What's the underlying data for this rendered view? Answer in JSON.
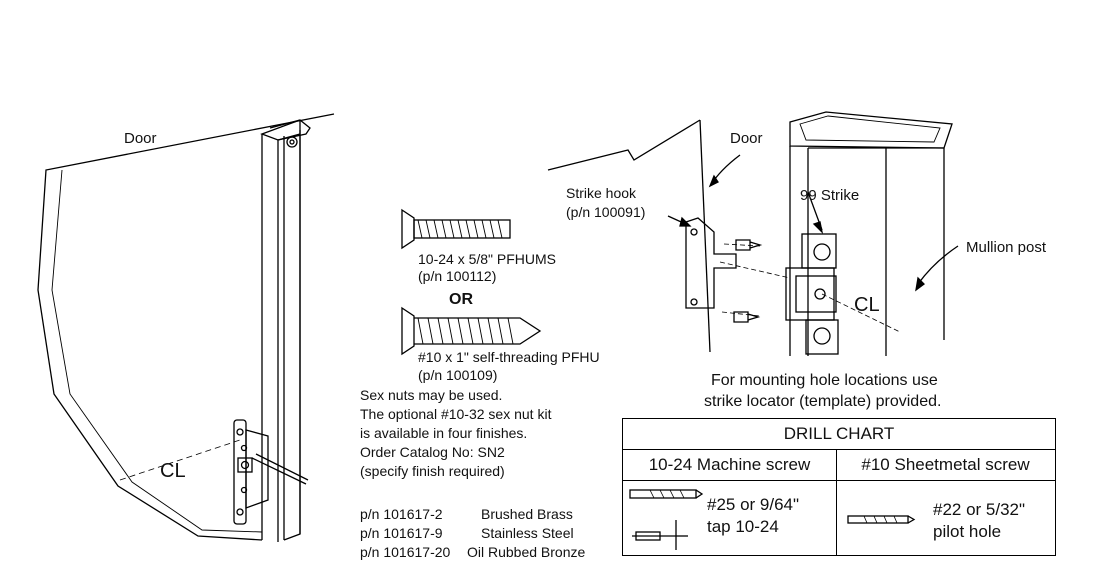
{
  "left_figure": {
    "door_label": "Door",
    "centerline_label": "CL"
  },
  "screws": {
    "screw1_line1": "10-24 x 5/8\" PFHUMS",
    "screw1_line2": "(p/n 100112)",
    "or_label": "OR",
    "screw2_line1": "#10 x 1\" self-threading PFHU",
    "screw2_line2": "(p/n 100109)"
  },
  "notes": {
    "lines": [
      "Sex nuts may be used.",
      "The optional #10-32 sex nut kit",
      "is available in four finishes.",
      "Order Catalog No: SN2",
      "(specify finish required)"
    ],
    "finishes": [
      {
        "pn": "p/n 101617-2",
        "name": "Brushed Brass"
      },
      {
        "pn": "p/n 101617-9",
        "name": "Stainless Steel"
      },
      {
        "pn": "p/n 101617-20",
        "name": "Oil Rubbed Bronze"
      }
    ]
  },
  "right_figure": {
    "door_label": "Door",
    "strike_hook_line1": "Strike hook",
    "strike_hook_line2": "(p/n 100091)",
    "strike_label": "99 Strike",
    "mullion_label": "Mullion post",
    "centerline_label": "CL",
    "mounting_line1": "For mounting hole locations use",
    "mounting_line2": "strike locator (template) provided."
  },
  "drill_chart": {
    "title": "DRILL CHART",
    "col1_header": "10-24 Machine screw",
    "col2_header": "#10 Sheetmetal screw",
    "col1_line1": "#25 or 9/64\"",
    "col1_line2": "tap 10-24",
    "col2_line1": "#22 or 5/32\"",
    "col2_line2": "pilot hole"
  }
}
